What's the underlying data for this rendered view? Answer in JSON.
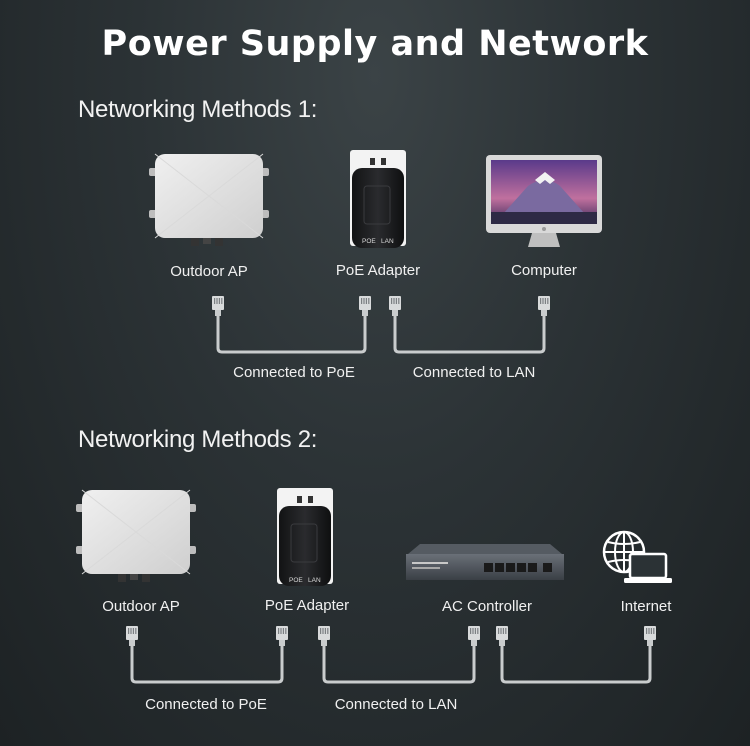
{
  "title": "Power Supply and Network",
  "method1": {
    "heading": "Networking Methods 1:",
    "devices": {
      "ap": "Outdoor AP",
      "poe": "PoE Adapter",
      "computer": "Computer"
    },
    "connections": {
      "ap_poe": "Connected to PoE",
      "poe_lan": "Connected to LAN"
    }
  },
  "method2": {
    "heading": "Networking Methods 2:",
    "devices": {
      "ap": "Outdoor AP",
      "poe": "PoE Adapter",
      "ac": "AC Controller",
      "internet": "Internet"
    },
    "connections": {
      "ap_poe": "Connected to PoE",
      "poe_lan": "Connected to LAN"
    }
  },
  "adapter_ports": {
    "poe": "POE",
    "lan": "LAN"
  },
  "colors": {
    "background": "#2b3235",
    "cable": "#c9cccd",
    "ap_body": "#e4e4e4",
    "adapter_body": "#1b1c1e"
  }
}
